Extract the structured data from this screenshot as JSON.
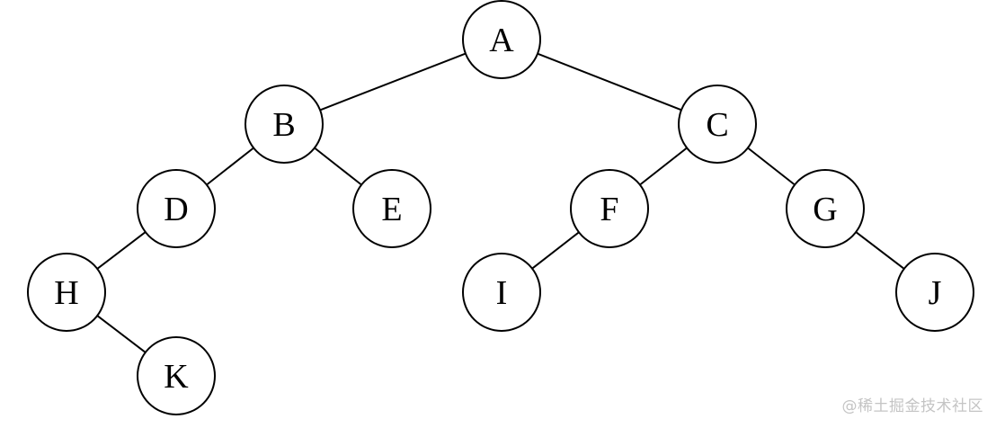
{
  "tree": {
    "nodes": [
      {
        "id": "A",
        "label": "A"
      },
      {
        "id": "B",
        "label": "B"
      },
      {
        "id": "C",
        "label": "C"
      },
      {
        "id": "D",
        "label": "D"
      },
      {
        "id": "E",
        "label": "E"
      },
      {
        "id": "F",
        "label": "F"
      },
      {
        "id": "G",
        "label": "G"
      },
      {
        "id": "H",
        "label": "H"
      },
      {
        "id": "I",
        "label": "I"
      },
      {
        "id": "J",
        "label": "J"
      },
      {
        "id": "K",
        "label": "K"
      }
    ],
    "edges": [
      {
        "from": "A",
        "to": "B"
      },
      {
        "from": "A",
        "to": "C"
      },
      {
        "from": "B",
        "to": "D"
      },
      {
        "from": "B",
        "to": "E"
      },
      {
        "from": "C",
        "to": "F"
      },
      {
        "from": "C",
        "to": "G"
      },
      {
        "from": "D",
        "to": "H"
      },
      {
        "from": "H",
        "to": "K"
      },
      {
        "from": "F",
        "to": "I"
      },
      {
        "from": "G",
        "to": "J"
      }
    ]
  },
  "watermark": {
    "text": "@稀土掘金技术社区"
  }
}
